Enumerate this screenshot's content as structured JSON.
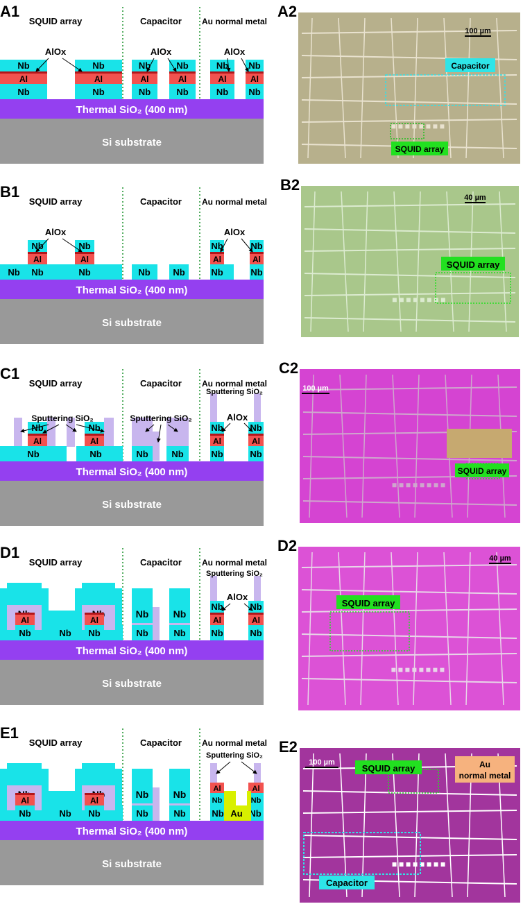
{
  "colors": {
    "nb": "#19e3e8",
    "al": "#f2524f",
    "alox_line": "#b3151a",
    "sio2_thermal": "#9440f0",
    "si": "#999999",
    "sputter_sio2": "#c8b6ee",
    "au": "#d8f000",
    "divider": "#2a9a3a",
    "photo_a2_bg": "#b7b08c",
    "photo_b2_bg": "#a9c78b",
    "photo_c2_bg": "#d544d2",
    "photo_d2_bg": "#dc52d6",
    "photo_e2_bg": "#a2359d",
    "label_green": "#22e020",
    "label_cyan": "#2ee5e8",
    "label_orange": "#f6b27e"
  },
  "panels": [
    {
      "id": "A1",
      "col_titles": [
        "SQUID array",
        "Capacitor",
        "Au normal metal"
      ],
      "alox": "AlOx",
      "nb": "Nb",
      "al": "Al",
      "thermal": "Thermal SiO₂ (400 nm)",
      "si": "Si substrate"
    },
    {
      "id": "B1",
      "col_titles": [
        "SQUID array",
        "Capacitor",
        "Au normal metal"
      ],
      "alox": "AlOx",
      "nb": "Nb",
      "al": "Al",
      "thermal": "Thermal SiO₂ (400 nm)",
      "si": "Si substrate"
    },
    {
      "id": "C1",
      "col_titles": [
        "SQUID array",
        "Capacitor",
        "Au normal metal"
      ],
      "alox": "AlOx",
      "sputter": "Sputtering SiO₂",
      "nb": "Nb",
      "al": "Al",
      "thermal": "Thermal SiO₂ (400 nm)",
      "si": "Si substrate"
    },
    {
      "id": "D1",
      "col_titles": [
        "SQUID array",
        "Capacitor",
        "Au normal metal"
      ],
      "alox": "AlOx",
      "sputter": "Sputtering SiO₂",
      "nb": "Nb",
      "al": "Al",
      "thermal": "Thermal SiO₂ (400 nm)",
      "si": "Si substrate"
    },
    {
      "id": "E1",
      "col_titles": [
        "SQUID array",
        "Capacitor",
        "Au normal metal"
      ],
      "sputter": "Sputtering SiO₂",
      "nb": "Nb",
      "al": "Al",
      "au": "Au",
      "thermal": "Thermal SiO₂ (400 nm)",
      "si": "Si substrate"
    }
  ],
  "photos": [
    {
      "id": "A2",
      "scale": "100 µm",
      "labels": [
        "Capacitor",
        "SQUID array"
      ]
    },
    {
      "id": "B2",
      "scale": "40 µm",
      "labels": [
        "SQUID array"
      ]
    },
    {
      "id": "C2",
      "scale": "100 µm",
      "labels": [
        "SQUID array"
      ]
    },
    {
      "id": "D2",
      "scale": "40 µm",
      "labels": [
        "SQUID array"
      ]
    },
    {
      "id": "E2",
      "scale": "100 µm",
      "labels": [
        "SQUID array",
        "Au",
        "normal metal",
        "Capacitor"
      ]
    }
  ]
}
